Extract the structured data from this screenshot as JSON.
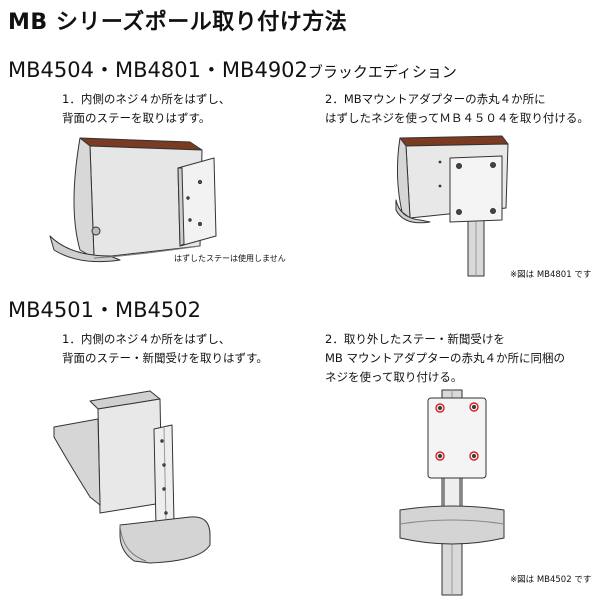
{
  "page": {
    "title": "MB シリーズポール取り付け方法",
    "section1": {
      "heading_main": "MB4504・MB4801・MB4902",
      "heading_suffix": "ブラックエディション",
      "step1_line1": "1．内側のネジ４か所をはずし、",
      "step1_line2": "背面のステーを取りはずす。",
      "step1_note": "はずしたステーは使用しません",
      "step2_line1": "2．MBマウントアダプターの赤丸４か所に",
      "step2_line2": "はずしたネジを使ってＭＢ４５０４を取り付ける。",
      "step2_note": "※図は MB4801 です"
    },
    "section2": {
      "heading": "MB4501・MB4502",
      "step1_line1": "1．内側のネジ４か所をはずし、",
      "step1_line2": "背面のステー・新聞受けを取りはずす。",
      "step2_line1": "2．取り外したステー・新聞受けを",
      "step2_line2": "MB マウントアダプターの赤丸４か所に同梱の",
      "step2_line3": "ネジを使って取り付ける。",
      "step2_note": "※図は MB4502 です"
    }
  },
  "colors": {
    "lid_brown": "#7a3b22",
    "screw_red": "#d42020",
    "outline": "#333333"
  }
}
